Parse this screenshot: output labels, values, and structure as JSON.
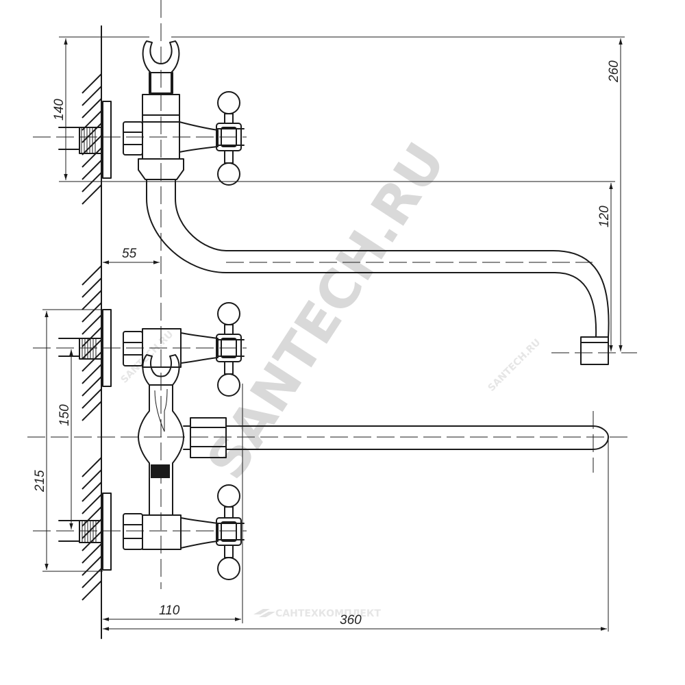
{
  "dimensions": {
    "d140": "140",
    "d260": "260",
    "d120": "120",
    "d55": "55",
    "d150": "150",
    "d215": "215",
    "d110": "110",
    "d360": "360"
  },
  "watermarks": {
    "main": "SANTECH.RU",
    "small_left": "SANTECH.RU",
    "small_right": "SANTECH.RU",
    "brand": "САНТЕХКОМПЛЕКТ"
  }
}
